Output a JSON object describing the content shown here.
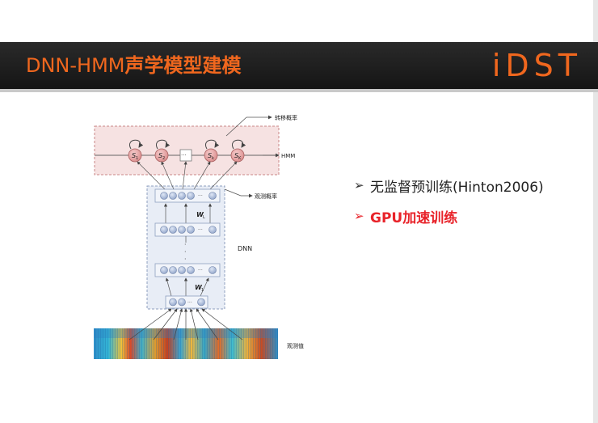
{
  "slide": {
    "title_latin": "DNN-HMM",
    "title_cjk": "声学模型建模",
    "logo_text": "iDST",
    "accent_color": "#f0671e",
    "highlight_color": "#e8232a"
  },
  "diagram": {
    "transition_label": "转移概率",
    "hmm_label": "HMM",
    "emission_label": "观测概率",
    "dnn_label": "DNN",
    "observation_label": "观测值",
    "states": [
      "S1",
      "S2",
      "…",
      "Sk",
      "SK"
    ],
    "state_labels": [
      {
        "main": "S",
        "sub": "1"
      },
      {
        "main": "S",
        "sub": "2"
      },
      {
        "main": "S",
        "sub": "k"
      },
      {
        "main": "S",
        "sub": "K"
      }
    ],
    "weight_top": {
      "main": "W",
      "sub": "L"
    },
    "weight_bottom": {
      "main": "W",
      "sub": "1"
    },
    "layer_ellipsis": "···",
    "vertical_ellipsis": "·"
  },
  "bullets": [
    {
      "text": "无监督预训练(Hinton2006)",
      "highlight": false
    },
    {
      "text": "GPU加速训练",
      "highlight": true
    }
  ]
}
